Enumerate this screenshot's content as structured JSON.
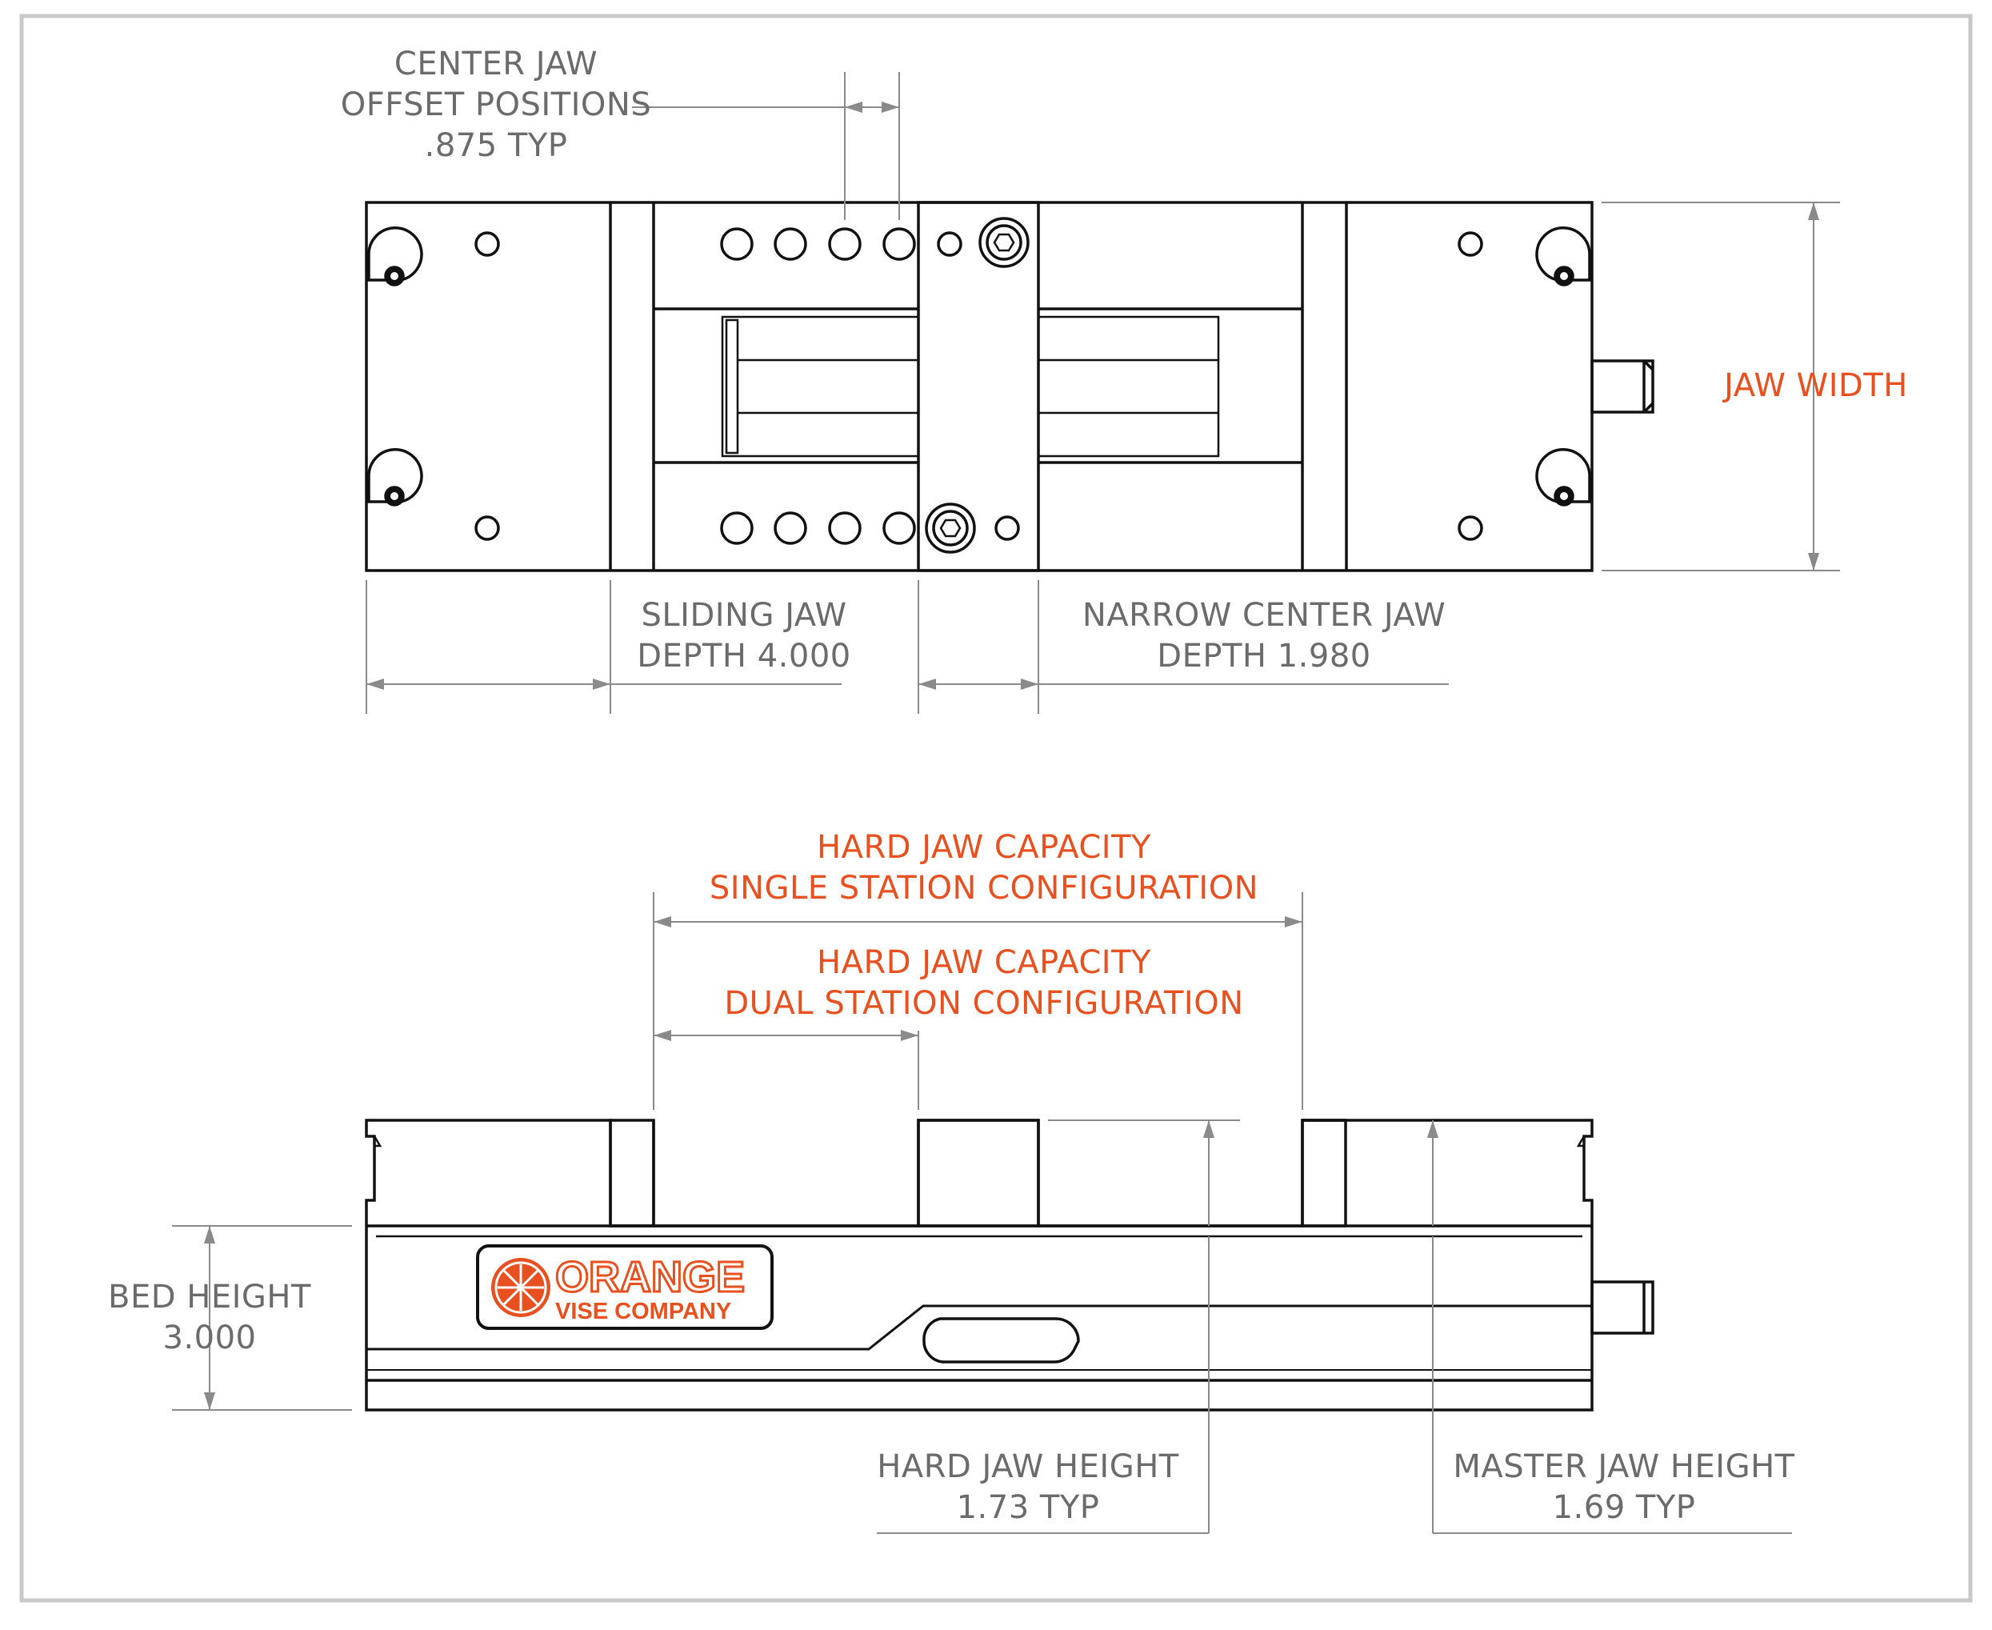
{
  "colors": {
    "line": "#111111",
    "dim": "#9a9a9a",
    "frame": "#c8c8c8",
    "accent": "#e8501f",
    "text": "#6b6b6b"
  },
  "top_view": {
    "center_jaw_offset": {
      "line1": "CENTER JAW",
      "line2": "OFFSET POSITIONS",
      "line3": ".875 TYP"
    },
    "jaw_width": "JAW WIDTH",
    "sliding_jaw": {
      "line1": "SLIDING JAW",
      "line2": "DEPTH 4.000"
    },
    "narrow_center_jaw": {
      "line1": "NARROW CENTER JAW",
      "line2": "DEPTH 1.980"
    }
  },
  "side_view": {
    "single_station": {
      "line1": "HARD JAW CAPACITY",
      "line2": "SINGLE STATION CONFIGURATION"
    },
    "dual_station": {
      "line1": "HARD JAW CAPACITY",
      "line2": "DUAL STATION CONFIGURATION"
    },
    "bed_height": {
      "line1": "BED HEIGHT",
      "line2": "3.000"
    },
    "hard_jaw_height": {
      "line1": "HARD JAW HEIGHT",
      "line2": "1.73 TYP"
    },
    "master_jaw_height": {
      "line1": "MASTER JAW HEIGHT",
      "line2": "1.69 TYP"
    }
  },
  "logo": {
    "line1": "ORANGE",
    "line2": "VISE COMPANY"
  }
}
